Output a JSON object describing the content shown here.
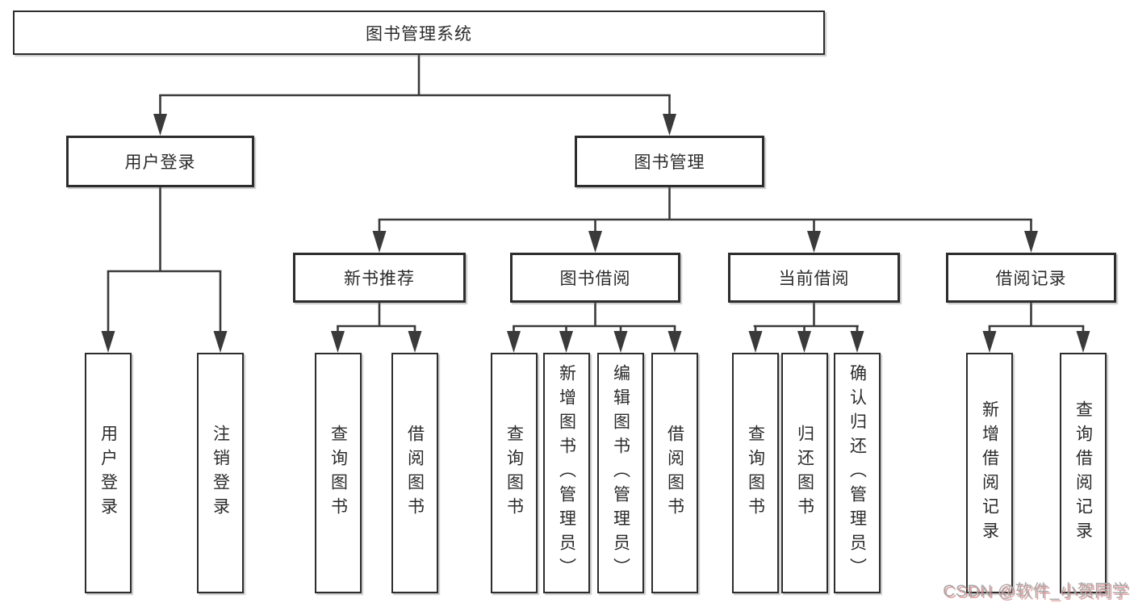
{
  "diagram": {
    "root": "图书管理系统",
    "level2": {
      "user_login": "用户登录",
      "book_management": "图书管理"
    },
    "level3": {
      "new_book_recommend": "新书推荐",
      "book_borrow": "图书借阅",
      "current_borrow": "当前借阅",
      "borrow_record": "借阅记录"
    },
    "leaves": {
      "user_login": [
        "用户登录",
        "注销登录"
      ],
      "new_book_recommend": [
        "查询图书",
        "借阅图书"
      ],
      "book_borrow": [
        "查询图书",
        "新增图书（管理员）",
        "编辑图书（管理员）",
        "借阅图书"
      ],
      "current_borrow": [
        "查询图书",
        "归还图书",
        "确认归还（管理员）"
      ],
      "borrow_record": [
        "新增借阅记录",
        "查询借阅记录"
      ]
    }
  },
  "watermark": {
    "text": "CSDN @软件_小贺同学"
  },
  "colors": {
    "line": "#3a3a3a",
    "box_border": "#2d2d2d",
    "text": "#2b2b2b",
    "background": "#ffffff",
    "watermark_gray": "#a9a9a9",
    "watermark_red": "#d36e6e"
  }
}
